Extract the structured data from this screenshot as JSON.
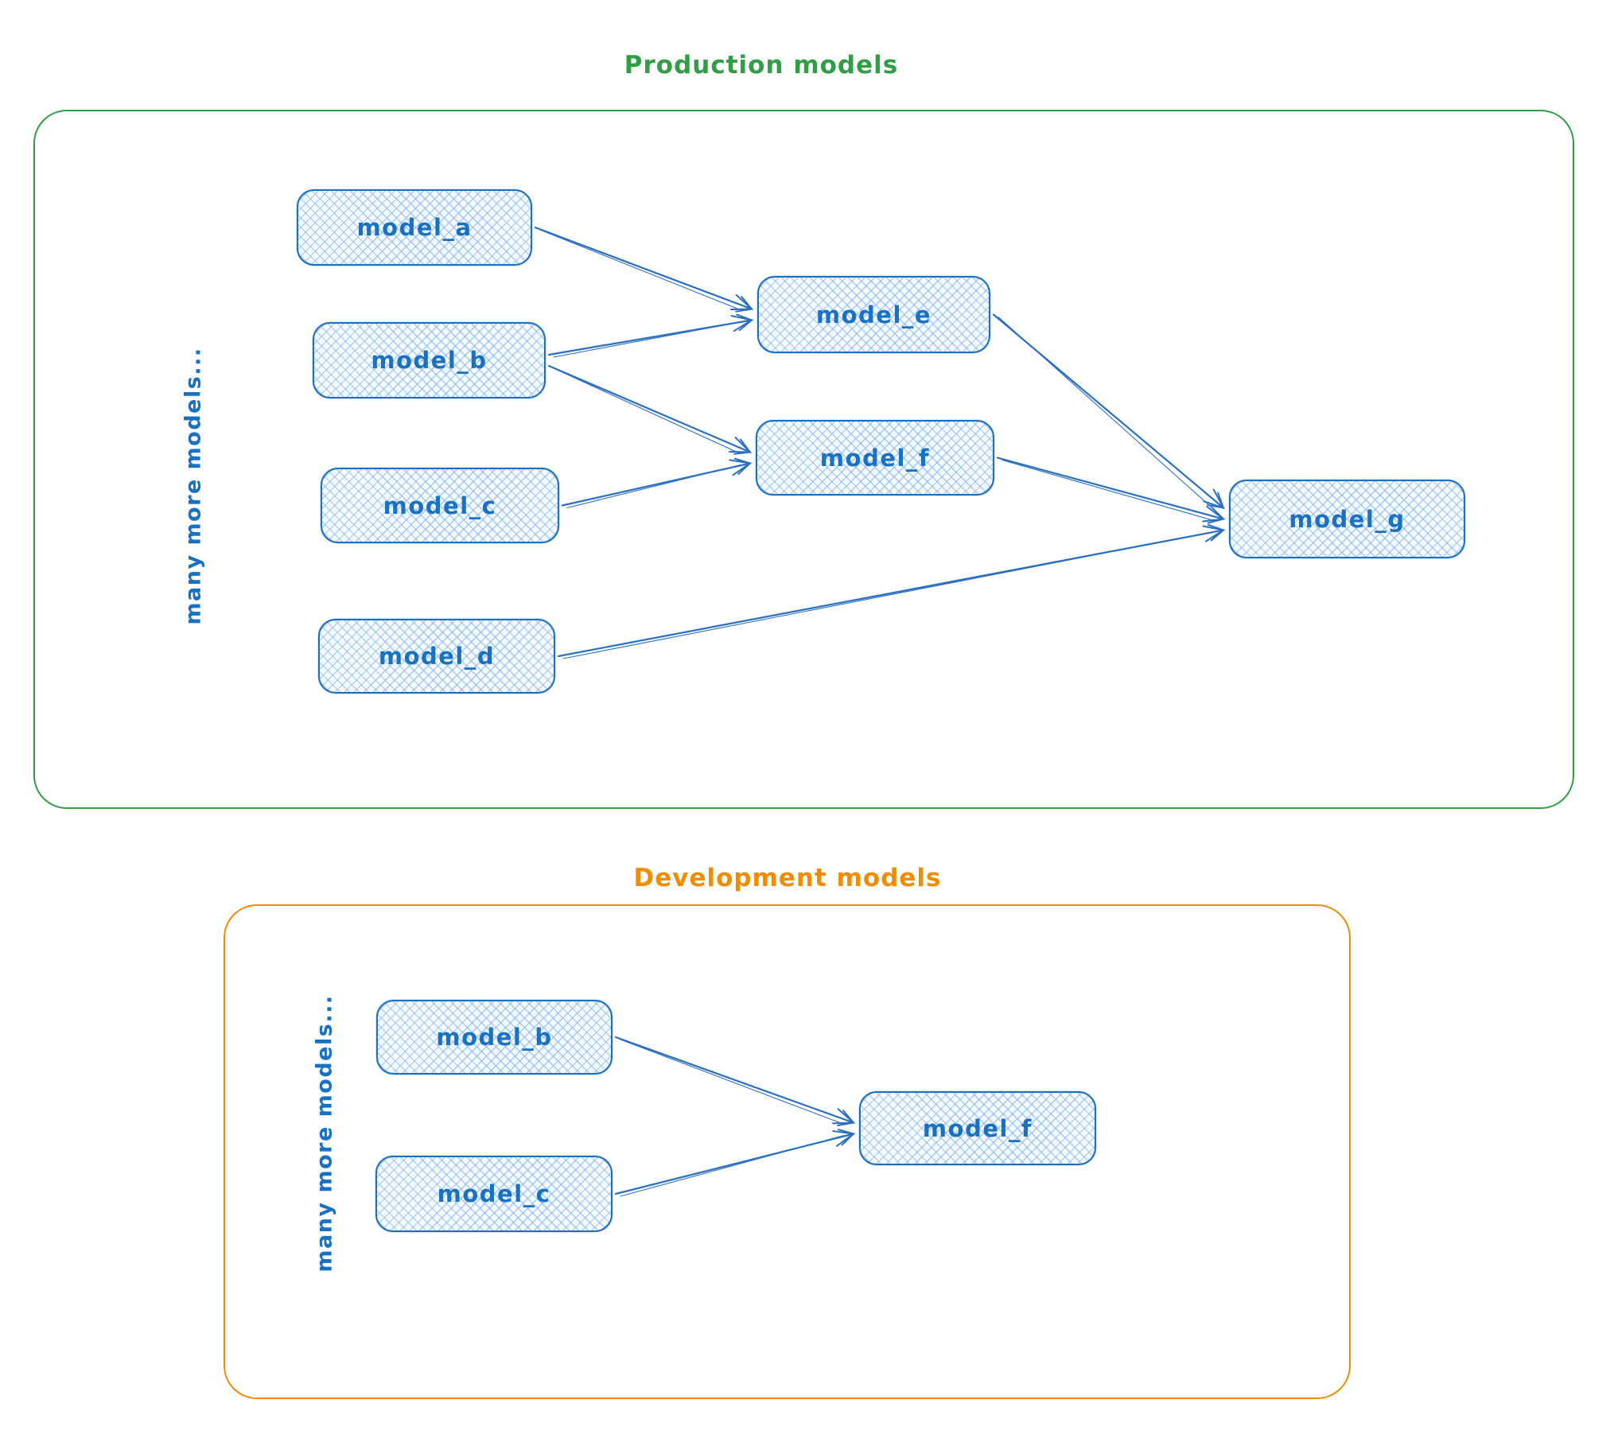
{
  "diagram": {
    "colors": {
      "node_stroke": "#1d6fc0",
      "node_text": "#1971c2",
      "arrow": "#2a6fc2",
      "production_accent": "#2f9e44",
      "development_accent": "#f08c00"
    },
    "sections": [
      {
        "id": "production",
        "title": "Production models",
        "side_label": "many more models...",
        "nodes": [
          {
            "id": "model_a",
            "label": "model_a"
          },
          {
            "id": "model_b",
            "label": "model_b"
          },
          {
            "id": "model_c",
            "label": "model_c"
          },
          {
            "id": "model_d",
            "label": "model_d"
          },
          {
            "id": "model_e",
            "label": "model_e"
          },
          {
            "id": "model_f",
            "label": "model_f"
          },
          {
            "id": "model_g",
            "label": "model_g"
          }
        ],
        "edges": [
          {
            "from": "model_a",
            "to": "model_e"
          },
          {
            "from": "model_b",
            "to": "model_e"
          },
          {
            "from": "model_b",
            "to": "model_f"
          },
          {
            "from": "model_c",
            "to": "model_f"
          },
          {
            "from": "model_e",
            "to": "model_g"
          },
          {
            "from": "model_f",
            "to": "model_g"
          },
          {
            "from": "model_d",
            "to": "model_g"
          }
        ]
      },
      {
        "id": "development",
        "title": "Development models",
        "side_label": "many more models...",
        "nodes": [
          {
            "id": "model_b",
            "label": "model_b"
          },
          {
            "id": "model_c",
            "label": "model_c"
          },
          {
            "id": "model_f",
            "label": "model_f"
          }
        ],
        "edges": [
          {
            "from": "model_b",
            "to": "model_f"
          },
          {
            "from": "model_c",
            "to": "model_f"
          }
        ]
      }
    ]
  }
}
